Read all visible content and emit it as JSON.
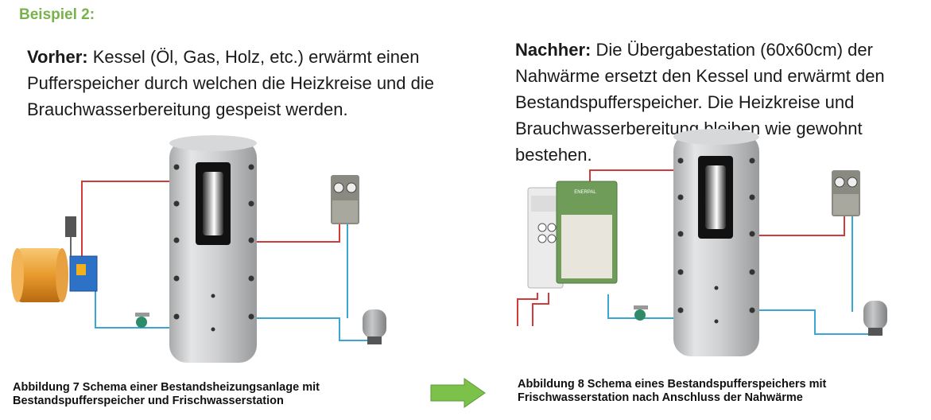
{
  "heading": "Beispiel 2:",
  "before": {
    "label": "Vorher:",
    "text": " Kessel  (Öl, Gas, Holz, etc.) erwärmt einen Pufferspeicher durch welchen die Heizkreise und die Brauchwasserbereitung gespeist werden."
  },
  "after": {
    "label": "Nachher:",
    "text": " Die Übergabestation (60x60cm) der Nahwärme ersetzt den Kessel und erwärmt den Bestandspufferspeicher. Die Heizkreise und Brauchwasserbereitung bleiben wie gewohnt bestehen."
  },
  "captions": {
    "left_line1": "Abbildung 7 Schema einer Bestandsheizungsanlage mit",
    "left_line2": "Bestandspufferspeicher und Frischwasserstation",
    "right_line1": "Abbildung 8 Schema eines Bestandspufferspeichers mit",
    "right_line2": "Frischwasserstation nach Anschluss der Nahwärme"
  },
  "station_brand": "ENERPAL",
  "colors": {
    "heading_green": "#79b14a",
    "arrow_green": "#7cc24a",
    "pipe_hot": "#d33a3a",
    "pipe_cold": "#3aa6d6",
    "tank_grey": "#c9cacb"
  }
}
